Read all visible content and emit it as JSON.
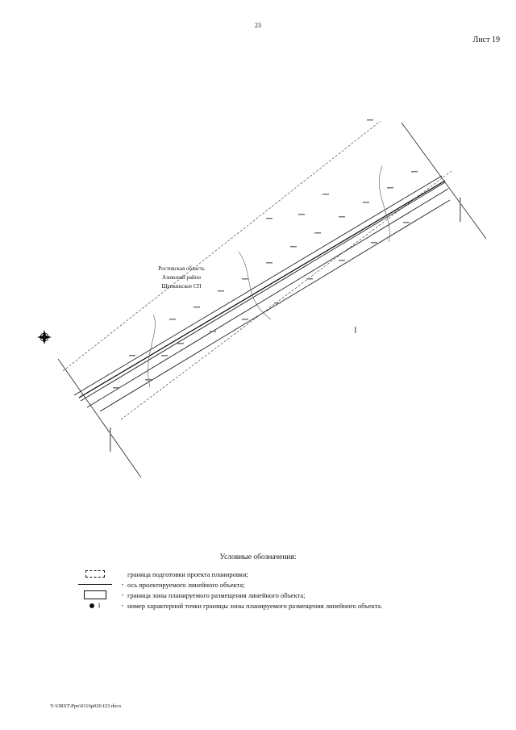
{
  "header": {
    "page_number": "23",
    "sheet_label": "Лист 19"
  },
  "map": {
    "region_label_lines": [
      "Ростовская область",
      "Азовский район",
      "Щепкинское СП"
    ]
  },
  "legend": {
    "title": "Условные обозначения:",
    "items": [
      {
        "symbol": "dashed-rect",
        "dash": "",
        "text": "граница подготовки проекта планировки;"
      },
      {
        "symbol": "line",
        "dash": "-",
        "text": "ось проектируемого линейного объекта;"
      },
      {
        "symbol": "rect",
        "dash": "-",
        "text": "граница зоны планируемого размещения линейного объекта;"
      },
      {
        "symbol": "point",
        "point_label": "1",
        "dash": "-",
        "text": "номер характерной точки границы зоны планируемого размещения линейного объекта."
      }
    ]
  },
  "footer": {
    "file_path": "Y:\\ORST\\Ppo\\0116p020.f23.docx"
  }
}
